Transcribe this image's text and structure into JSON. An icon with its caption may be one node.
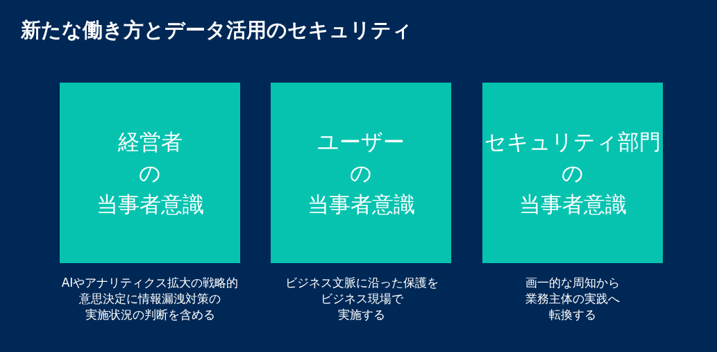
{
  "diagram": {
    "title": "新たな働き方とデータ活用のセキュリティ",
    "nodes": [
      {
        "text": [
          "経営者の当事者意識"
        ],
        "beside": [
          "AIやアナリティクス拡大の戦略的意思決定に情報漏洩対策の実施状況の判断を含める"
        ]
      },
      {
        "text": [
          "ユーザーの当事者意識"
        ],
        "beside": [
          "ビジネス文脈に沿った保護をビジネス現場で実施する"
        ]
      },
      {
        "text": [
          "セキュリティ部門の当事者意識"
        ],
        "beside": [
          "画一的な周知から業務主体の実践へ転換する"
        ]
      }
    ],
    "edges": []
  }
}
